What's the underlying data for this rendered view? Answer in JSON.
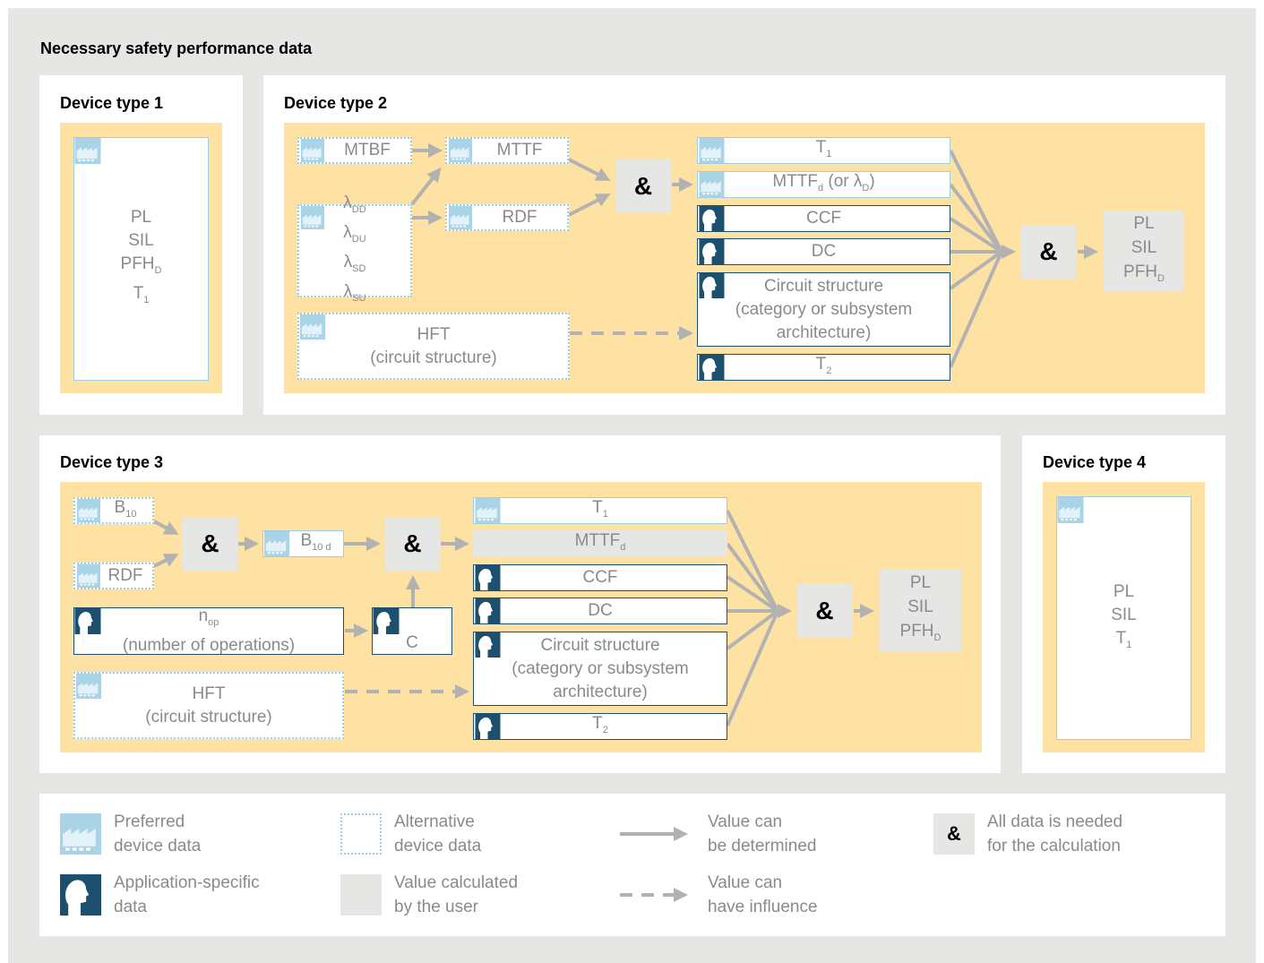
{
  "title": "Necessary safety performance data",
  "device_type_1": {
    "title": "Device type 1",
    "outputs": [
      "PL",
      "SIL",
      "PFH",
      "T"
    ],
    "output_subs": [
      "",
      "",
      "D",
      "1"
    ]
  },
  "device_type_2": {
    "title": "Device type 2",
    "mtbf": "MTBF",
    "mttf": "MTTF",
    "rdf": "RDF",
    "lambdas": [
      "λ",
      "λ",
      "λ",
      "λ"
    ],
    "lambda_subs": [
      "DD",
      "DU",
      "SD",
      "SU"
    ],
    "hft": [
      "HFT",
      "(circuit structure)"
    ],
    "t1": "T",
    "t1_sub": "1",
    "mttfd": "MTTF",
    "mttfd_sub": "d",
    "mttfd_rest": " (or λ",
    "mttfd_rest_sub": "D",
    "mttfd_close": ")",
    "ccf": "CCF",
    "dc": "DC",
    "circuit": [
      "Circuit structure",
      "(category or subsystem",
      "architecture)"
    ],
    "t2": "T",
    "t2_sub": "2",
    "amp": "&",
    "results": [
      "PL",
      "SIL",
      "PFH"
    ],
    "result_subs": [
      "",
      "",
      "D"
    ]
  },
  "device_type_3": {
    "title": "Device type 3",
    "b10": "B",
    "b10_sub": "10",
    "rdf": "RDF",
    "b10d": "B",
    "b10d_sub": "10 d",
    "nop": "n",
    "nop_sub": "op",
    "nop_desc": "(number of operations)",
    "c": "C",
    "hft": [
      "HFT",
      "(circuit structure)"
    ],
    "t1": "T",
    "t1_sub": "1",
    "mttfd": "MTTF",
    "mttfd_sub": "d",
    "ccf": "CCF",
    "dc": "DC",
    "circuit": [
      "Circuit structure",
      "(category or subsystem",
      "architecture)"
    ],
    "t2": "T",
    "t2_sub": "2",
    "amp": "&",
    "results": [
      "PL",
      "SIL",
      "PFH"
    ],
    "result_subs": [
      "",
      "",
      "D"
    ]
  },
  "device_type_4": {
    "title": "Device type 4",
    "outputs": [
      "PL",
      "SIL",
      "T"
    ],
    "output_subs": [
      "",
      "",
      "1"
    ]
  },
  "legend": {
    "preferred": [
      "Preferred",
      "device data"
    ],
    "alternative": [
      "Alternative",
      "device data"
    ],
    "determined": [
      "Value can",
      "be determined"
    ],
    "all_needed": [
      "All data is needed",
      "for the calculation"
    ],
    "application": [
      "Application-specific",
      "data"
    ],
    "calculated": [
      "Value calculated",
      "by the user"
    ],
    "influence": [
      "Value can",
      "have influence"
    ],
    "amp": "&"
  },
  "colors": {
    "background": "#e6e6e5",
    "panel": "#ffffff",
    "area": "#fde2a3",
    "preferred_border": "#9fcde4",
    "application": "#1d4f6e",
    "arrow": "#b2b2b2",
    "text": "#8a8a8a"
  },
  "icons": [
    "factory-icon",
    "head-profile-icon",
    "arrow-icon",
    "dashed-arrow-icon"
  ]
}
